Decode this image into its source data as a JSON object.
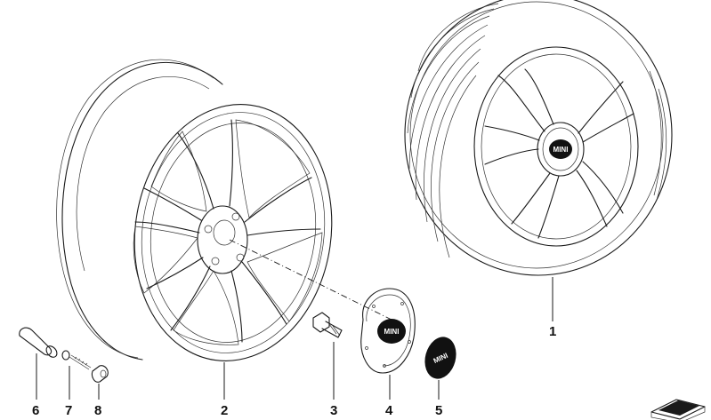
{
  "callouts": [
    {
      "id": "6",
      "label": "6"
    },
    {
      "id": "7",
      "label": "7"
    },
    {
      "id": "8",
      "label": "8"
    },
    {
      "id": "2",
      "label": "2"
    },
    {
      "id": "3",
      "label": "3"
    },
    {
      "id": "4",
      "label": "4"
    },
    {
      "id": "5",
      "label": "5"
    },
    {
      "id": "1",
      "label": "1"
    }
  ],
  "badge": {
    "logo_text": "MINI"
  },
  "colors": {
    "line": "#1a1a1a",
    "badge_fill": "#111111",
    "background": "#ffffff"
  }
}
